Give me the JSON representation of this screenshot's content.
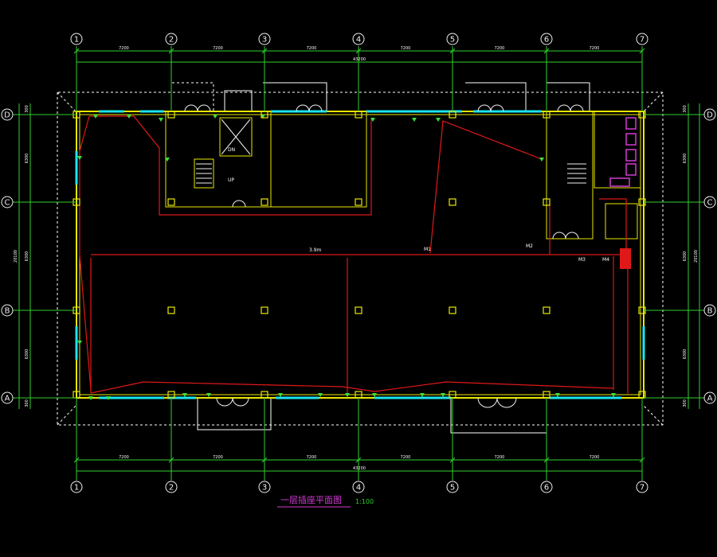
{
  "title": "一层插座平面图",
  "scale": "1:100",
  "axes": {
    "columns": [
      "1",
      "2",
      "3",
      "4",
      "5",
      "6",
      "7"
    ],
    "rows": [
      "A",
      "B",
      "C",
      "D"
    ]
  },
  "dims": {
    "top_segments": [
      "7200",
      "7200",
      "7200",
      "7200",
      "7200",
      "7200"
    ],
    "top_total": "43200",
    "bottom_segments": [
      "7200",
      "7200",
      "7200",
      "7200",
      "7200",
      "7200"
    ],
    "bottom_total": "43200",
    "side_left": [
      "300",
      "6300",
      "6300",
      "6300",
      "300"
    ],
    "side_total": "20100"
  },
  "labels": {
    "room_main": "3.9m",
    "panel1": "M1",
    "panel2": "M2",
    "panel3": "M3",
    "panel4": "M4",
    "up": "UP",
    "dn": "DN"
  },
  "colors": {
    "wall": "#e8e800",
    "window": "#19e6f0",
    "wire": "#e01818",
    "dim": "#2fd12f",
    "door": "#f0f0f0",
    "grid_circle": "#f0f0f0",
    "outlet": "#3be03b",
    "toilet": "#d23bd2",
    "outline": "#ffffff"
  }
}
